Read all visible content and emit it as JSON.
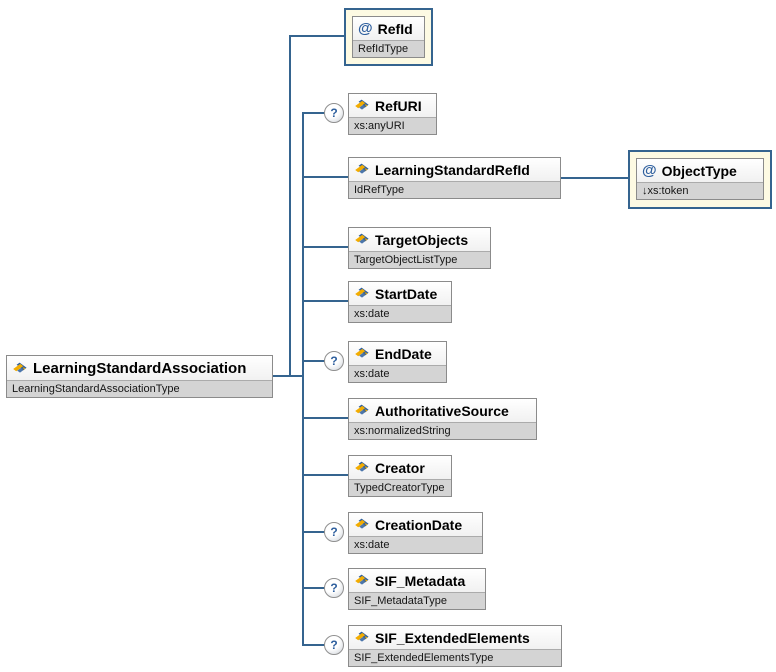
{
  "diagram": {
    "attr_prefix": "@",
    "optional_marker": "?",
    "root": {
      "name": "LearningStandardAssociation",
      "type": "LearningStandardAssociationType"
    },
    "top_attribute": {
      "name": "RefId",
      "type": "RefIdType"
    },
    "children": [
      {
        "name": "RefURI",
        "type": "xs:anyURI",
        "optional": true
      },
      {
        "name": "LearningStandardRefId",
        "type": "IdRefType",
        "optional": false
      },
      {
        "name": "TargetObjects",
        "type": "TargetObjectListType",
        "optional": false
      },
      {
        "name": "StartDate",
        "type": "xs:date",
        "optional": false
      },
      {
        "name": "EndDate",
        "type": "xs:date",
        "optional": true
      },
      {
        "name": "AuthoritativeSource",
        "type": "xs:normalizedString",
        "optional": false
      },
      {
        "name": "Creator",
        "type": "TypedCreatorType",
        "optional": false
      },
      {
        "name": "CreationDate",
        "type": "xs:date",
        "optional": true
      },
      {
        "name": "SIF_Metadata",
        "type": "SIF_MetadataType",
        "optional": true
      },
      {
        "name": "SIF_ExtendedElements",
        "type": "SIF_ExtendedElementsType",
        "optional": true
      }
    ],
    "ref_attribute": {
      "name": "ObjectType",
      "type": "↓xs:token"
    }
  },
  "colors": {
    "connector_line": "#35648f",
    "attribute_box_fill": "#fdfae3",
    "attribute_box_border": "#35648f",
    "node_border": "#8b8b8b",
    "type_row_fill": "#d4d4d4",
    "accent_blue": "#2e5f9e",
    "icon_yellow": "#f2ac00"
  }
}
